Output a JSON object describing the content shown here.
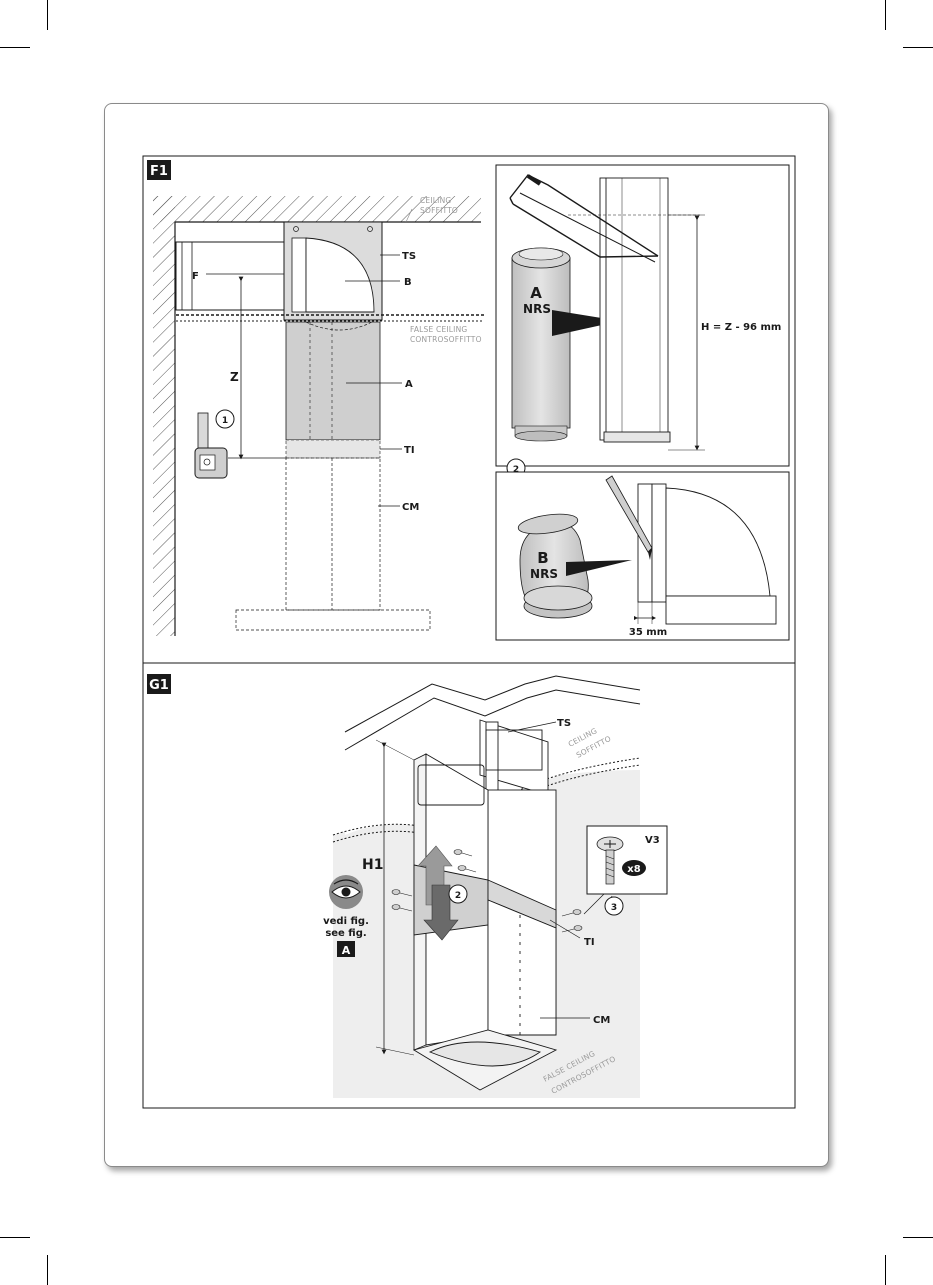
{
  "sections": {
    "f1": {
      "tag": "F1",
      "labels": {
        "ceiling_en": "CEILING",
        "ceiling_it": "SOFFITTO",
        "false_ceiling_en": "FALSE CEILING",
        "false_ceiling_it": "CONTROSOFFITTO",
        "ts": "TS",
        "b": "B",
        "f": "F",
        "z": "Z",
        "a": "A",
        "ti": "TI",
        "cm": "CM",
        "step1": "1"
      },
      "inset_top": {
        "part": "A",
        "nrs": "NRS",
        "formula": "H = Z - 96 mm",
        "step": "2"
      },
      "inset_bottom": {
        "part": "B",
        "nrs": "NRS",
        "dimension": "35 mm"
      }
    },
    "g1": {
      "tag": "G1",
      "labels": {
        "ts": "TS",
        "ceiling_en": "CEILING",
        "ceiling_it": "SOFFITTO",
        "h1": "H1",
        "step2": "2",
        "step3": "3",
        "v3": "V3",
        "x8": "x8",
        "ti": "TI",
        "cm": "CM",
        "false_ceiling_en": "FALSE CEILING",
        "false_ceiling_it": "CONTROSOFFITTO",
        "vedi": "vedi fig.",
        "see": "see fig.",
        "ref": "A"
      }
    }
  },
  "colors": {
    "line": "#1a1a1a",
    "duct_fill": "#d2d2d2",
    "tag_bg": "#1a1a1a",
    "note_gray": "#9a9a9a",
    "panel_bg": "#eeeeee"
  }
}
